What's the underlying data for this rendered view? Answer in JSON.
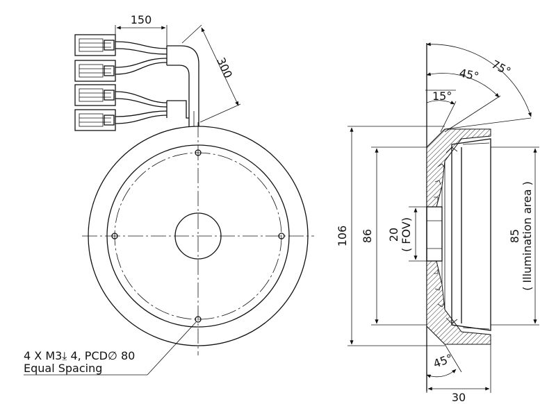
{
  "front_view": {
    "cable_offset_dim": "150",
    "cable_length_dim": "300",
    "hole_note_line1": "4 X M3⤓ 4, PCD∅ 80",
    "hole_note_line2": "Equal Spacing"
  },
  "side_view": {
    "angle_75": "75°",
    "angle_45_top": "45°",
    "angle_15": "15°",
    "angle_45_bottom": "45°",
    "outer_diameter_dim": "106",
    "inner_diameter_dim": "86",
    "fov_dim": "20",
    "fov_label": "( FOV)",
    "illum_dim": "85",
    "illum_label": "( Illumination area )",
    "depth_dim": "30"
  },
  "colors": {
    "line": "#111111",
    "background": "#ffffff"
  }
}
